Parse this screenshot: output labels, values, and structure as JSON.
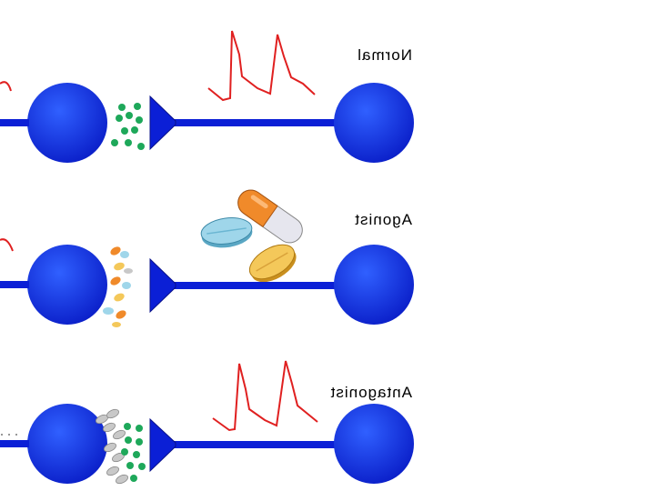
{
  "rows": [
    {
      "id": "normal",
      "label": "Normal",
      "trace": "spikes",
      "cleft": "neurotransmitter"
    },
    {
      "id": "agonist",
      "label": "Agonist",
      "trace": "none",
      "cleft": "pills"
    },
    {
      "id": "antagonist",
      "label": "Antagonist",
      "trace": "spikes",
      "cleft": "pills-and-neurotransmitter"
    }
  ],
  "colors": {
    "neuron": "#0b1fd6",
    "neuron_highlight": "#2f5bff",
    "neurotransmitter": "#1ea85a",
    "action_potential": "#e02020",
    "pill_orange": "#f08a2a",
    "pill_blue": "#9fd6ea",
    "pill_yellow": "#f4c85a",
    "pill_grey": "#c8c8c8"
  },
  "icons": [
    "neuron-cell-body",
    "axon",
    "axon-terminal",
    "neurotransmitter-dots",
    "pill-icon",
    "action-potential-trace"
  ]
}
